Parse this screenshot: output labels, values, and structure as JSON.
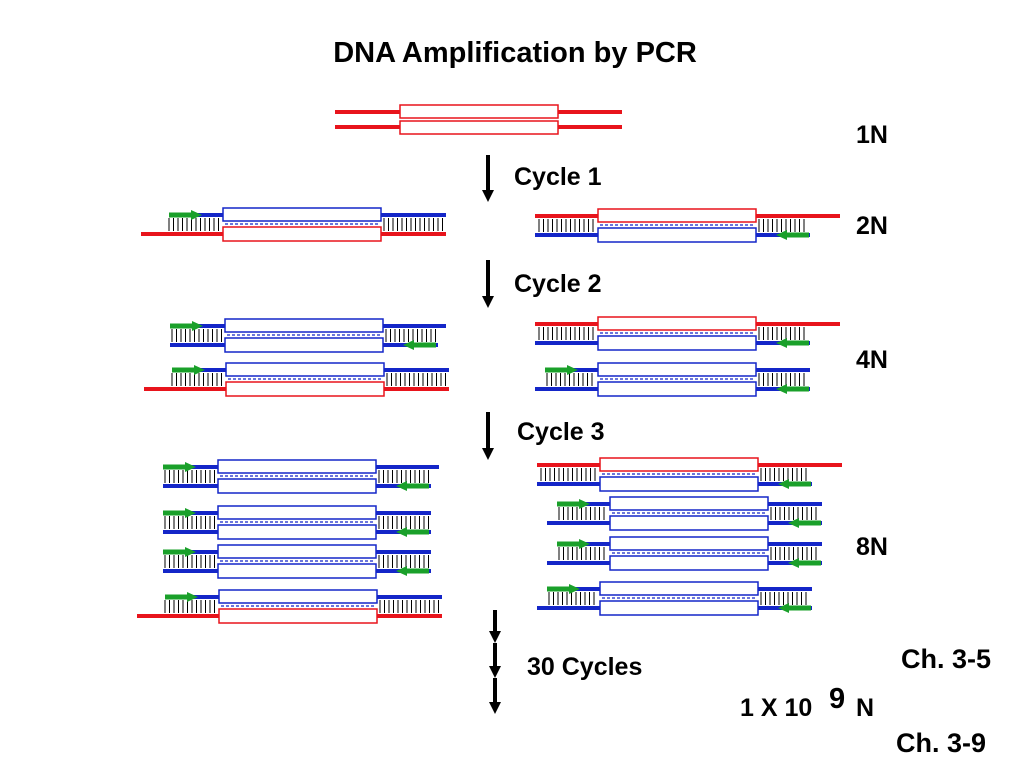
{
  "title": "DNA Amplification by PCR",
  "cycles": [
    {
      "label": "Cycle 1"
    },
    {
      "label": "Cycle 2"
    },
    {
      "label": "Cycle 3"
    }
  ],
  "final_cycles_label": "30 Cycles",
  "copy_counts": [
    "1N",
    "2N",
    "4N",
    "8N"
  ],
  "final_count": {
    "base": "1 X 10",
    "exponent": "9",
    "unit": "N"
  },
  "references": [
    "Ch. 3-5",
    "Ch. 3-9"
  ],
  "colors": {
    "original_strand": "#e8141c",
    "new_strand": "#1426c8",
    "primer": "#1aa02a",
    "arrow": "#000000",
    "text": "#000000"
  },
  "generations": [
    {
      "count": "1N",
      "molecules": [
        {
          "kind": "parent"
        }
      ]
    },
    {
      "count": "2N",
      "molecules": [
        {
          "kind": "orig-top"
        },
        {
          "kind": "orig-bottom"
        }
      ]
    },
    {
      "count": "4N",
      "molecules": [
        {
          "kind": "new-top"
        },
        {
          "kind": "orig-bottom"
        },
        {
          "kind": "orig-top"
        },
        {
          "kind": "new-bottom"
        }
      ]
    },
    {
      "count": "8N",
      "molecules": [
        {
          "kind": "new-top"
        },
        {
          "kind": "new-both"
        },
        {
          "kind": "new-both"
        },
        {
          "kind": "orig-bottom"
        },
        {
          "kind": "orig-top"
        },
        {
          "kind": "new-bottom"
        },
        {
          "kind": "new-bottom"
        },
        {
          "kind": "new-bottom"
        }
      ]
    }
  ]
}
